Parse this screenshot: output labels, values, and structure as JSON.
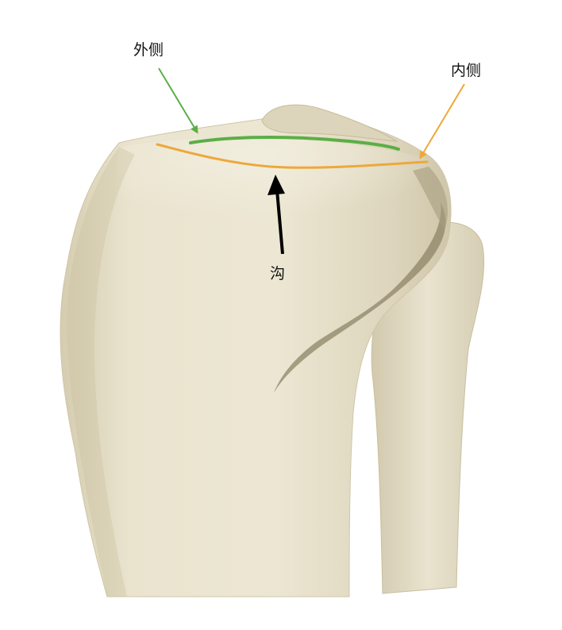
{
  "labels": {
    "lateral": "外侧",
    "medial": "内侧",
    "groove": "沟"
  },
  "colors": {
    "lateral_line": "#5cae46",
    "medial_line": "#eda83a",
    "groove_arrow": "#000000",
    "bone": "#e6dfc7",
    "bone_shadow": "#b9ae8e"
  }
}
